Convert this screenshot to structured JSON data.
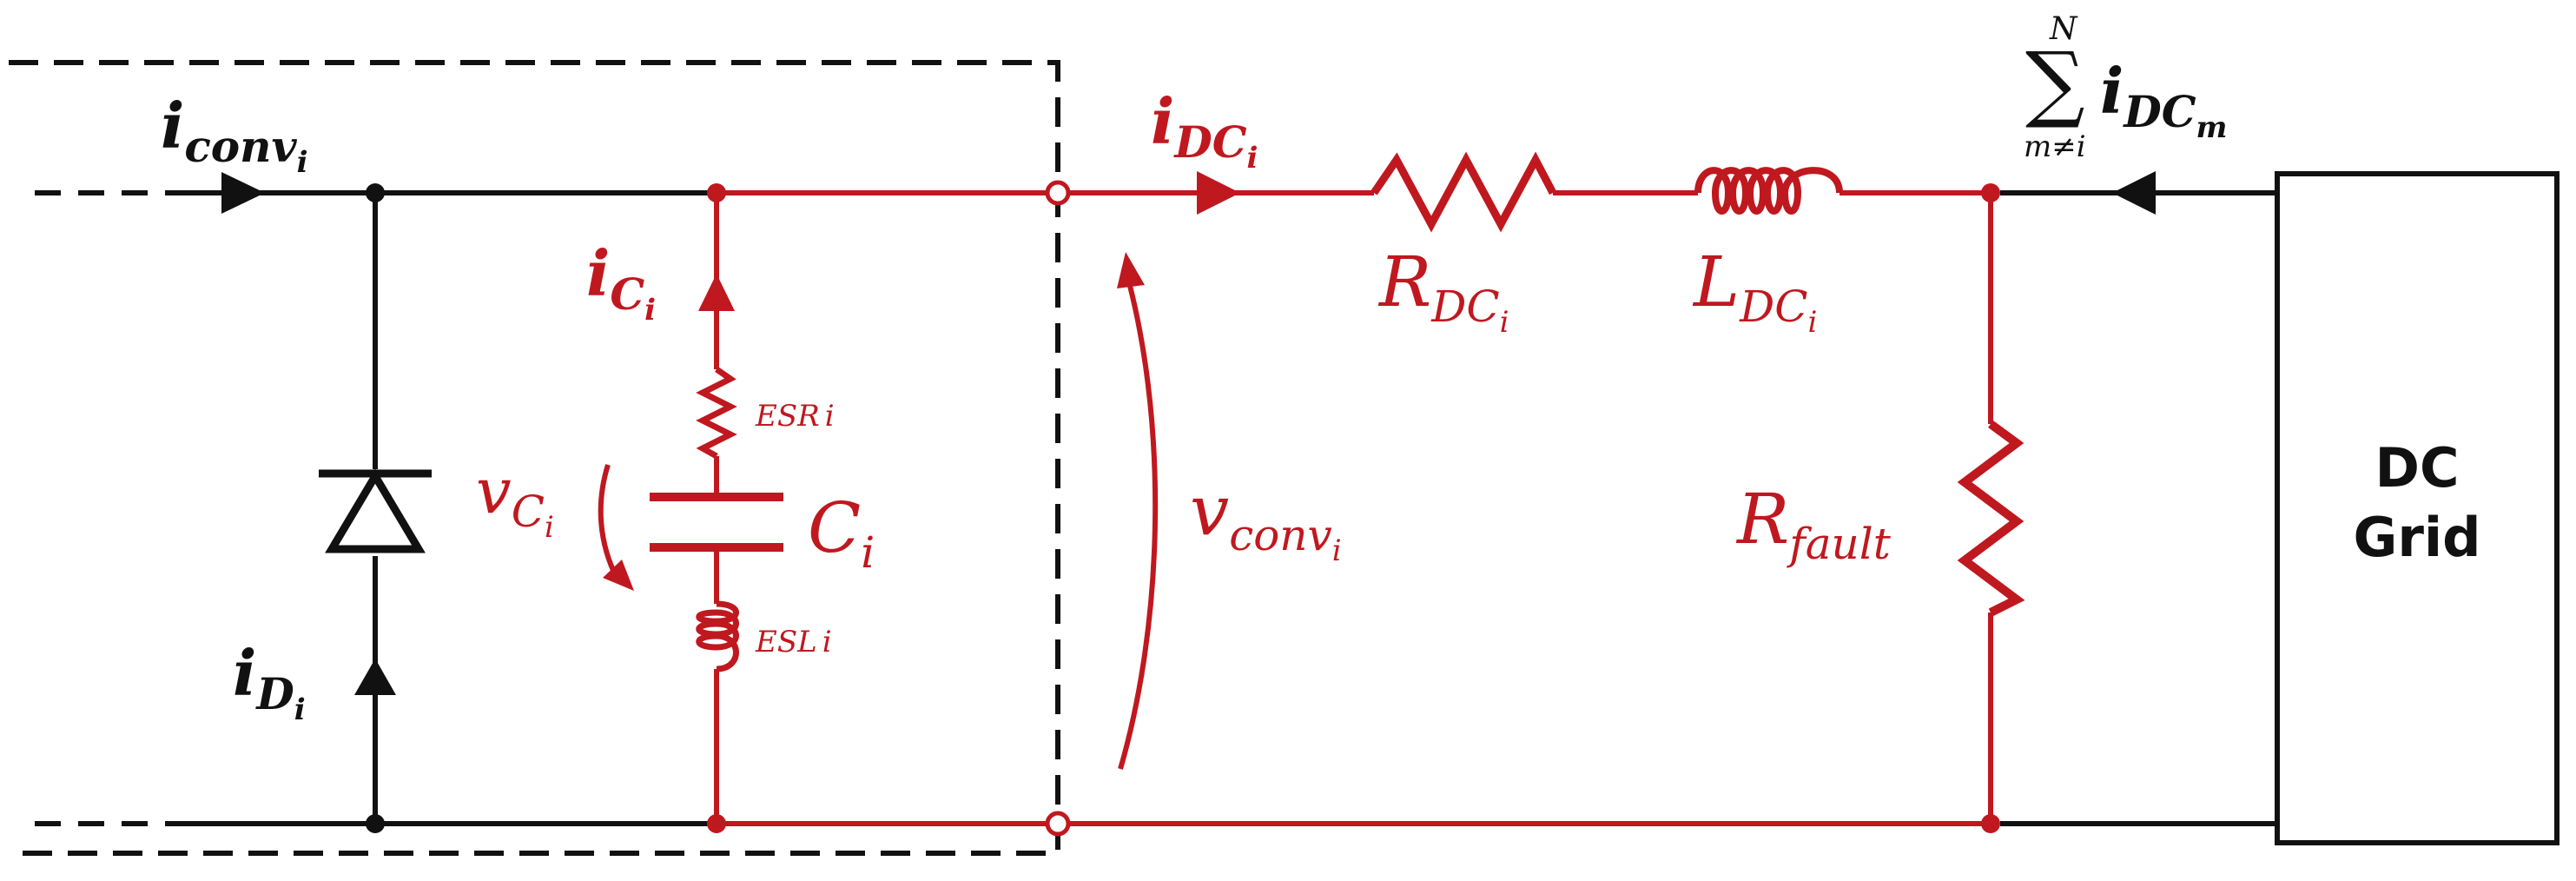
{
  "colors": {
    "black": "#111111",
    "red": "#c0181f"
  },
  "labels": {
    "i_conv": {
      "base": "i",
      "sub": "conv",
      "subsub": "i"
    },
    "i_dc": {
      "base": "i",
      "sub": "DC",
      "subsub": "i"
    },
    "sum_top": "N",
    "sum_symbol": "∑",
    "sum_bottom": "m≠i",
    "i_dc_m": {
      "base": "i",
      "sub": "DC",
      "subsub": "m"
    },
    "i_c": {
      "base": "i",
      "sub": "C",
      "subsub": "i"
    },
    "esr": {
      "base": "ESR",
      "sub": "i"
    },
    "v_c": {
      "base": "v",
      "sub": "C",
      "subsub": "i"
    },
    "c": {
      "base": "C",
      "sub": "i"
    },
    "esl": {
      "base": "ESL",
      "sub": "i"
    },
    "v_conv": {
      "base": "v",
      "sub": "conv",
      "subsub": "i"
    },
    "r_dc": {
      "base": "R",
      "sub": "DC",
      "subsub": "i"
    },
    "l_dc": {
      "base": "L",
      "sub": "DC",
      "subsub": "i"
    },
    "r_fault": {
      "base": "R",
      "sub": "fault"
    },
    "i_d": {
      "base": "i",
      "sub": "D",
      "subsub": "i"
    }
  },
  "dc_grid": {
    "line1": "DC",
    "line2": "Grid"
  }
}
